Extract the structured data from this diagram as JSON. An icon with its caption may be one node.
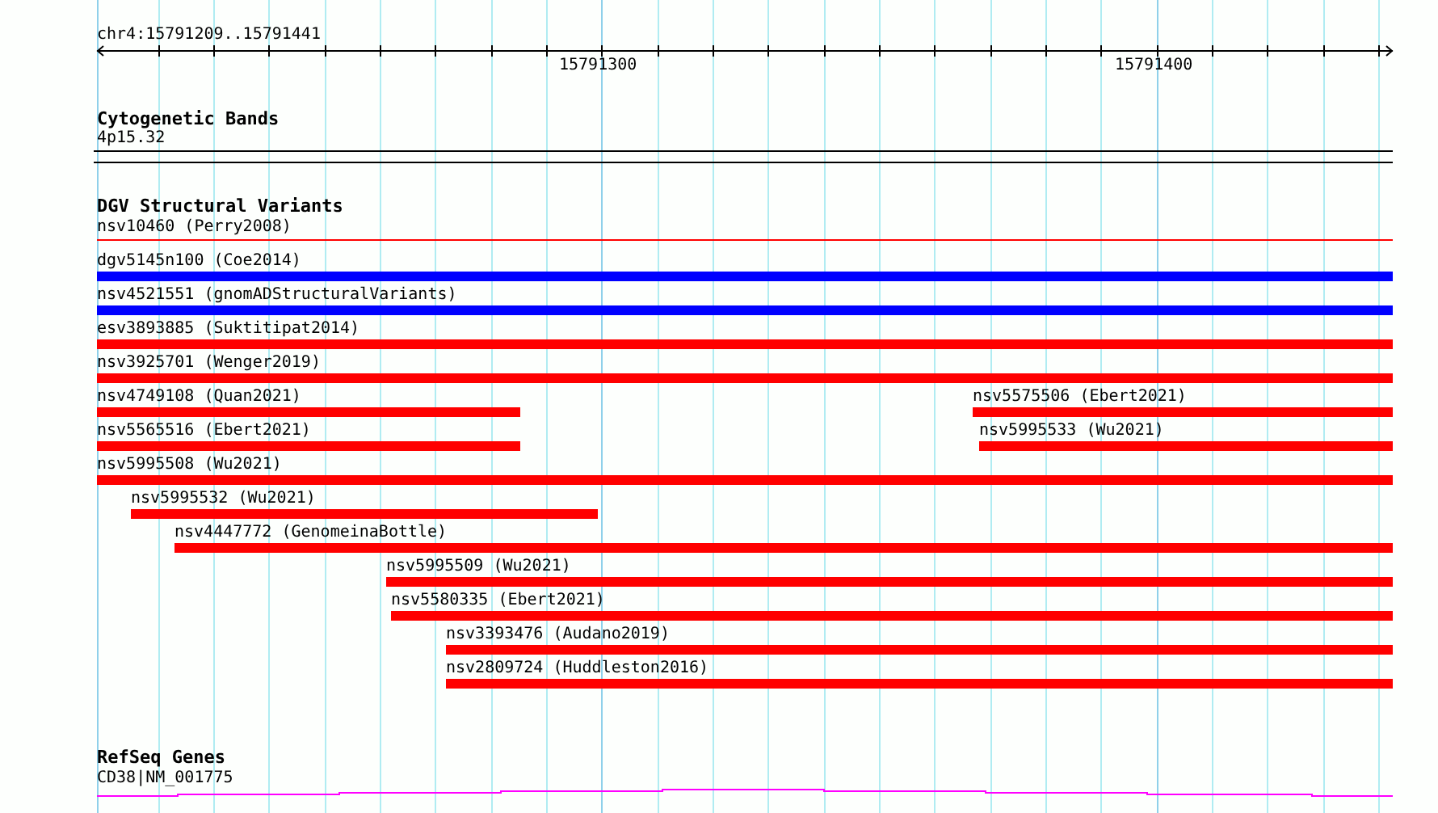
{
  "diagram": {
    "nodes": [
      {
        "text": [
          "nsv10460 (Perry2008)"
        ]
      },
      {
        "text": [
          "dgv5145n100 (Coe2014)"
        ]
      },
      {
        "text": [
          "nsv4521551 (gnomADStructuralVariants)"
        ]
      },
      {
        "text": [
          "esv3893885 (Suktitipat2014)"
        ]
      },
      {
        "text": [
          "nsv3925701 (Wenger2019)"
        ]
      },
      {
        "text": [
          "nsv4749108 (Quan2021)"
        ]
      },
      {
        "text": [
          "nsv5575506 (Ebert2021)"
        ]
      },
      {
        "text": [
          "nsv5565516 (Ebert2021)"
        ]
      },
      {
        "text": [
          "nsv5995533 (Wu2021)"
        ]
      },
      {
        "text": [
          "nsv5995508 (Wu2021)"
        ]
      },
      {
        "text": [
          "nsv5995532 (Wu2021)"
        ]
      },
      {
        "text": [
          "nsv4447772 (GenomeinaBottle)"
        ]
      },
      {
        "text": [
          "nsv5995509 (Wu2021)"
        ]
      },
      {
        "text": [
          "nsv5580335 (Ebert2021)"
        ]
      },
      {
        "text": [
          "nsv3393476 (Audano2019)"
        ]
      },
      {
        "text": [
          "nsv2809724 (Huddleston2016)"
        ]
      },
      {
        "text": [
          "CD38|NM_001775"
        ]
      }
    ],
    "edges": [],
    "labels": [
      "chr4:15791209..15791441",
      "15791300",
      "15791400",
      "Cytogenetic Bands",
      "4p15.32",
      "DGV Structural Variants",
      "RefSeq Genes"
    ]
  }
}
